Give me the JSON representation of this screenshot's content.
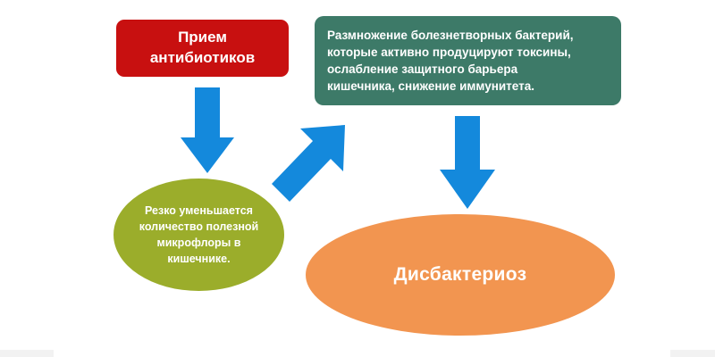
{
  "diagram": {
    "title": "Dysbacteriosis cause chain",
    "colors": {
      "red": "#c81010",
      "teal": "#3d7a68",
      "green": "#9bad2b",
      "orange": "#f29550",
      "arrow_blue": "#1489dc",
      "background": "#ffffff",
      "text": "#ffffff"
    },
    "nodes": {
      "antibiotics": {
        "shape": "rounded-rectangle",
        "color": "#c81010",
        "line1": "Прием",
        "line2": "антибиотиков"
      },
      "bacteria": {
        "shape": "rounded-rectangle",
        "color": "#3d7a68",
        "line1": "Размножение болезнетворных бактерий,",
        "line2": "которые активно продуцируют токсины,",
        "line3": "ослабление защитного барьера",
        "line4": "кишечника, снижение иммунитета."
      },
      "microflora": {
        "shape": "ellipse",
        "color": "#9bad2b",
        "line1": "Резко уменьшается",
        "line2": "количество полезной",
        "line3": "микрофлоры в",
        "line4": "кишечнике."
      },
      "dysbacteriosis": {
        "shape": "ellipse",
        "color": "#f29550",
        "label": "Дисбактериоз"
      }
    },
    "arrows": [
      {
        "id": "antibiotics-to-microflora",
        "direction": "down",
        "color": "#1489dc",
        "from": "antibiotics",
        "to": "microflora"
      },
      {
        "id": "microflora-to-bacteria",
        "direction": "up-right",
        "color": "#1489dc",
        "from": "microflora",
        "to": "bacteria"
      },
      {
        "id": "bacteria-to-dysbacteriosis",
        "direction": "down",
        "color": "#1489dc",
        "from": "bacteria",
        "to": "dysbacteriosis"
      }
    ]
  }
}
